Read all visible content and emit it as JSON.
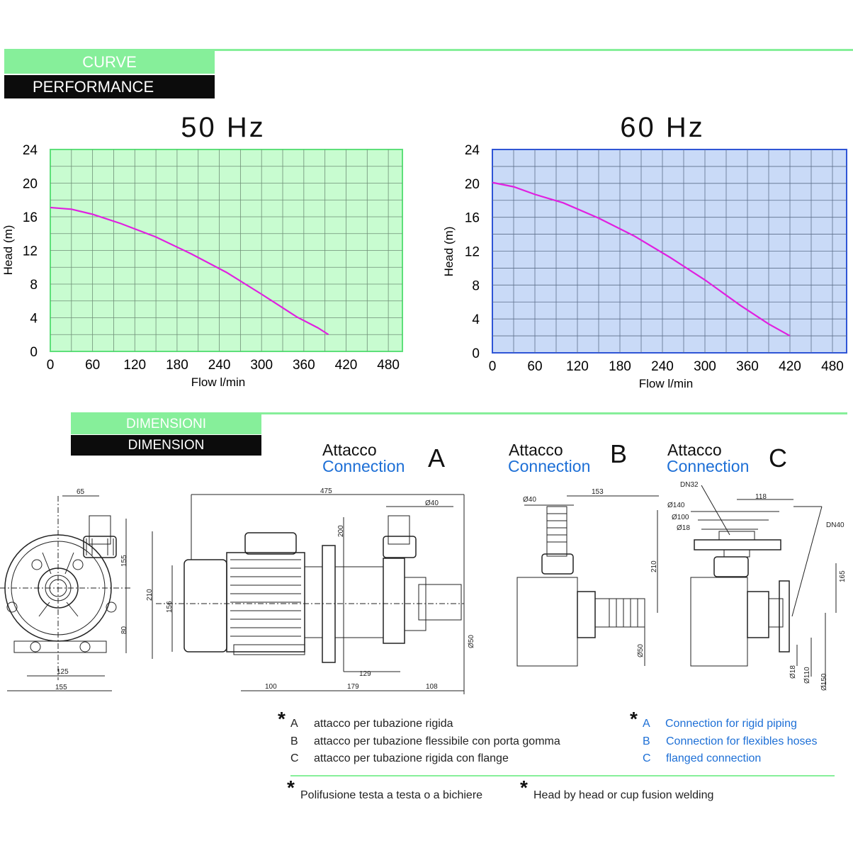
{
  "sections": {
    "curve_label": "CURVE",
    "performance_label": "PERFORMANCE",
    "dimensioni_label": "DIMENSIONI",
    "dimension_label": "DIMENSION"
  },
  "colors": {
    "section_green": "#86ef9a",
    "chart50_bg": "#c8fcd0",
    "chart50_border": "#5ee07a",
    "chart60_bg": "#c9daf7",
    "chart60_border": "#2f55d6",
    "curve": "#e020e0",
    "english_text": "#1d6fd6"
  },
  "chart_data": [
    {
      "type": "line",
      "title": "50 Hz",
      "xlabel": "Flow l/min",
      "ylabel": "Head (m)",
      "xlim": [
        0,
        500
      ],
      "ylim": [
        0,
        24
      ],
      "xticks": [
        0,
        60,
        120,
        180,
        240,
        300,
        360,
        420,
        480
      ],
      "yticks": [
        0,
        4,
        8,
        12,
        16,
        20,
        24
      ],
      "grid": true,
      "series": [
        {
          "x": [
            0,
            30,
            60,
            100,
            150,
            200,
            250,
            300,
            350,
            380,
            395
          ],
          "y": [
            17.1,
            16.9,
            16.3,
            15.2,
            13.6,
            11.6,
            9.4,
            6.8,
            4.1,
            2.8,
            2.0
          ]
        }
      ]
    },
    {
      "type": "line",
      "title": "60 Hz",
      "xlabel": "Flow l/min",
      "ylabel": "Head (m)",
      "xlim": [
        0,
        500
      ],
      "ylim": [
        0,
        24
      ],
      "xticks": [
        0,
        60,
        120,
        180,
        240,
        300,
        360,
        420,
        480
      ],
      "yticks": [
        0,
        4,
        8,
        12,
        16,
        20,
        24
      ],
      "grid": true,
      "series": [
        {
          "x": [
            0,
            30,
            60,
            100,
            150,
            200,
            250,
            300,
            350,
            390,
            420
          ],
          "y": [
            20.1,
            19.6,
            18.7,
            17.7,
            15.9,
            13.8,
            11.3,
            8.6,
            5.6,
            3.4,
            2.0
          ]
        }
      ]
    }
  ],
  "connections": {
    "a": {
      "it": "Attacco",
      "en": "Connection",
      "letter": "A"
    },
    "b": {
      "it": "Attacco",
      "en": "Connection",
      "letter": "B"
    },
    "c": {
      "it": "Attacco",
      "en": "Connection",
      "letter": "C"
    }
  },
  "dimensions": {
    "d65": "65",
    "d155v": "155",
    "d80": "80",
    "d125": "125",
    "d155h": "155",
    "d475": "475",
    "d40": "Ø40",
    "d200": "200",
    "d210": "210",
    "d156": "156",
    "d50": "Ø50",
    "d129": "129",
    "d100": "100",
    "d179": "179",
    "d108": "108",
    "b40": "Ø40",
    "b153": "153",
    "b210": "210",
    "b50": "Ø50",
    "c_dn32": "DN32",
    "c140": "Ø140",
    "c100": "Ø100",
    "c18": "Ø18",
    "c118": "118",
    "c_dn40": "DN40",
    "c165": "165",
    "c18b": "Ø18",
    "c110": "Ø110",
    "c150": "Ø150"
  },
  "legend": {
    "it_a_letter": "A",
    "it_a": "attacco per tubazione rigida",
    "it_b_letter": "B",
    "it_b": "attacco per tubazione flessibile con porta gomma",
    "it_c_letter": "C",
    "it_c": "attacco per tubazione rigida con flange",
    "en_a_letter": "A",
    "en_a": "Connection for rigid piping",
    "en_b_letter": "B",
    "en_b": "Connection for flexibles hoses",
    "en_c_letter": "C",
    "en_c": "flanged connection",
    "star": "*",
    "note_it": "Polifusione testa a testa o a bichiere",
    "note_en": "Head by head or cup fusion welding"
  }
}
